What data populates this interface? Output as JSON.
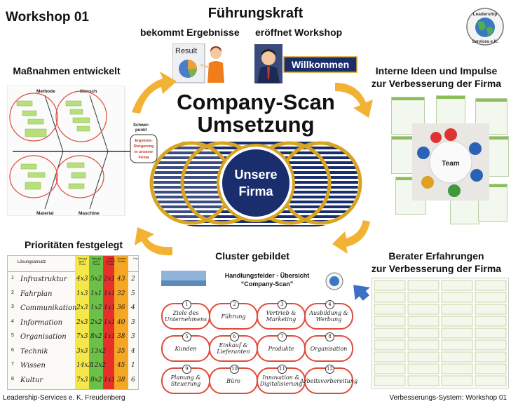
{
  "header": {
    "workshop": "Workshop 01",
    "fuehrungskraft": "Führungskraft",
    "ergebnisse": "bekommt Ergebnisse",
    "eroeffnet": "eröffnet Workshop",
    "result_label": "Result",
    "willkommen": "Willkommen"
  },
  "logo": {
    "top": "Leadership",
    "bottom": "Services e.K."
  },
  "center": {
    "line1": "Company-Scan",
    "line2": "Umsetzung",
    "core1": "Unsere",
    "core2": "Firma"
  },
  "sections": {
    "massnahmen": "Maßnahmen entwickelt",
    "interne1": "Interne Ideen und Impulse",
    "interne2": "zur Verbesserung der Firma",
    "berater1": "Berater Erfahrungen",
    "berater2": "zur Verbesserung der Firma",
    "cluster": "Cluster gebildet",
    "prioritaeten": "Prioritäten festgelegt"
  },
  "fishbone": {
    "methode": "Methode",
    "mensch": "Mensch",
    "material": "Material",
    "maschine": "Maschine",
    "schwer1": "Schwer-",
    "schwer2": "punkt",
    "target1": "Ergebnis-",
    "target2": "Steigerung",
    "target3": "in unserer",
    "target4": "Firma"
  },
  "team_label": "Team",
  "cluster": {
    "heading1": "Handlungsfelder - Übersicht",
    "heading2": "“Company-Scan”",
    "items": [
      {
        "n": "1",
        "label": "Ziele des Unternehmens"
      },
      {
        "n": "2",
        "label": "Führung"
      },
      {
        "n": "3",
        "label": "Vertrieb & Marketing"
      },
      {
        "n": "4",
        "label": "Ausbildung & Werbung"
      },
      {
        "n": "5",
        "label": "Kunden"
      },
      {
        "n": "6",
        "label": "Einkauf & Lieferanten"
      },
      {
        "n": "7",
        "label": "Produkte"
      },
      {
        "n": "8",
        "label": "Organisation"
      },
      {
        "n": "9",
        "label": "Planung & Steuerung"
      },
      {
        "n": "10",
        "label": "Büro"
      },
      {
        "n": "11",
        "label": "Innovation & Digitalisierung"
      },
      {
        "n": "12",
        "label": "Arbeitsvorbereitung"
      }
    ]
  },
  "priorities": {
    "header_label": "Lösungsansatz",
    "header_cols": [
      "Sehr gut (gut) 1 Punkt",
      "Sehr gut (gut) 2 Punkte",
      "Leicht (mittel) 3 Punkte",
      "Summe Punkte",
      "Prio"
    ],
    "rows": [
      {
        "i": "1",
        "label": "Infrastruktur",
        "a": "4x3",
        "b": "5x2",
        "c": "2x1",
        "sum": "43",
        "prio": "2"
      },
      {
        "i": "2",
        "label": "Fahrplan",
        "a": "1x3",
        "b": "1x1",
        "c": "1x1",
        "sum": "32",
        "prio": "5"
      },
      {
        "i": "3",
        "label": "Communikation",
        "a": "2x3",
        "b": "1x2",
        "c": "1x1",
        "sum": "36",
        "prio": "4"
      },
      {
        "i": "4",
        "label": "Information",
        "a": "2x3",
        "b": "2x2",
        "c": "1x1",
        "sum": "40",
        "prio": "3"
      },
      {
        "i": "5",
        "label": "Organisation",
        "a": "7x3",
        "b": "8x2",
        "c": "1x1",
        "sum": "38",
        "prio": "3"
      },
      {
        "i": "6",
        "label": "Technik",
        "a": "3x3",
        "b": "13x2",
        "c": "",
        "sum": "35",
        "prio": "4"
      },
      {
        "i": "7",
        "label": "Wissen",
        "a": "14x3",
        "b": "12x2",
        "c": "",
        "sum": "45",
        "prio": "1"
      },
      {
        "i": "8",
        "label": "Kultur",
        "a": "7x3",
        "b": "8x2",
        "c": "1x1",
        "sum": "38",
        "prio": "6"
      }
    ]
  },
  "footer": {
    "left": "Leadership-Services e. K. Freudenberg",
    "right": "Verbesserungs-System: Workshop 01"
  },
  "colors": {
    "navy": "#1a2e6e",
    "gold": "#d9a520",
    "arrow": "#f2b233",
    "marker_red": "#e04a3a",
    "card_green": "#8dbf59"
  }
}
